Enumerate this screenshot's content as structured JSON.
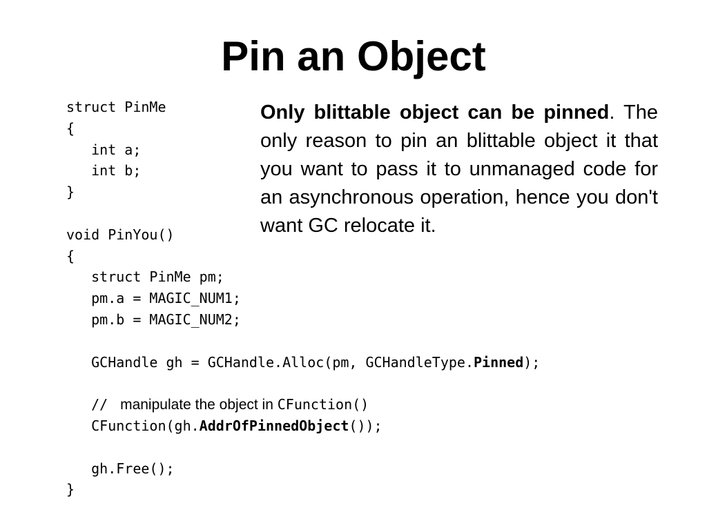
{
  "slide": {
    "title": "Pin an Object",
    "note": {
      "lead": "Only blittable object can be pinned",
      "lead_punct": ".",
      "body": " The only reason to pin an blittable object it that you want to pass it to unmanaged code for an asynchronous operation, hence you don't want GC relocate it."
    },
    "code": {
      "l1": "struct PinMe",
      "l2": "{",
      "l3": "   int a;",
      "l4": "   int b;",
      "l5": "}",
      "l7": "void PinYou()",
      "l8": "{",
      "l9": "   struct PinMe pm;",
      "l10": "   pm.a = MAGIC_NUM1;",
      "l11": "   pm.b = MAGIC_NUM2;",
      "l13_pre": "   GCHandle gh = GCHandle.Alloc(pm, GCHandleType.",
      "l13_bold": "Pinned",
      "l13_post": ");",
      "l15_pre": "   // ",
      "l15_comment": " manipulate the object in ",
      "l15_post": "CFunction()",
      "l16_pre": "   CFunction(gh.",
      "l16_bold": "AddrOfPinnedObject",
      "l16_post": "());",
      "l18": "   gh.Free();",
      "l19": "}"
    }
  }
}
